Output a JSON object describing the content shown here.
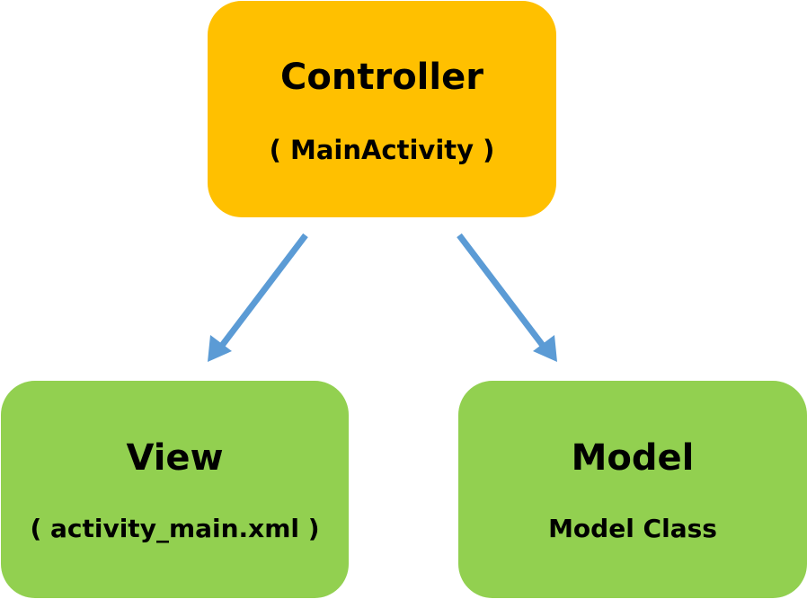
{
  "colors": {
    "controller_fill": "#FFC000",
    "view_fill": "#92D050",
    "model_fill": "#92D050",
    "arrow": "#5B9BD5"
  },
  "controller": {
    "title": "Controller",
    "subtitle": "( MainActivity )"
  },
  "view": {
    "title": "View",
    "subtitle": "( activity_main.xml )"
  },
  "model": {
    "title": "Model",
    "subtitle": "Model Class"
  },
  "edges": [
    {
      "from": "Controller",
      "to": "View"
    },
    {
      "from": "Controller",
      "to": "Model"
    }
  ]
}
